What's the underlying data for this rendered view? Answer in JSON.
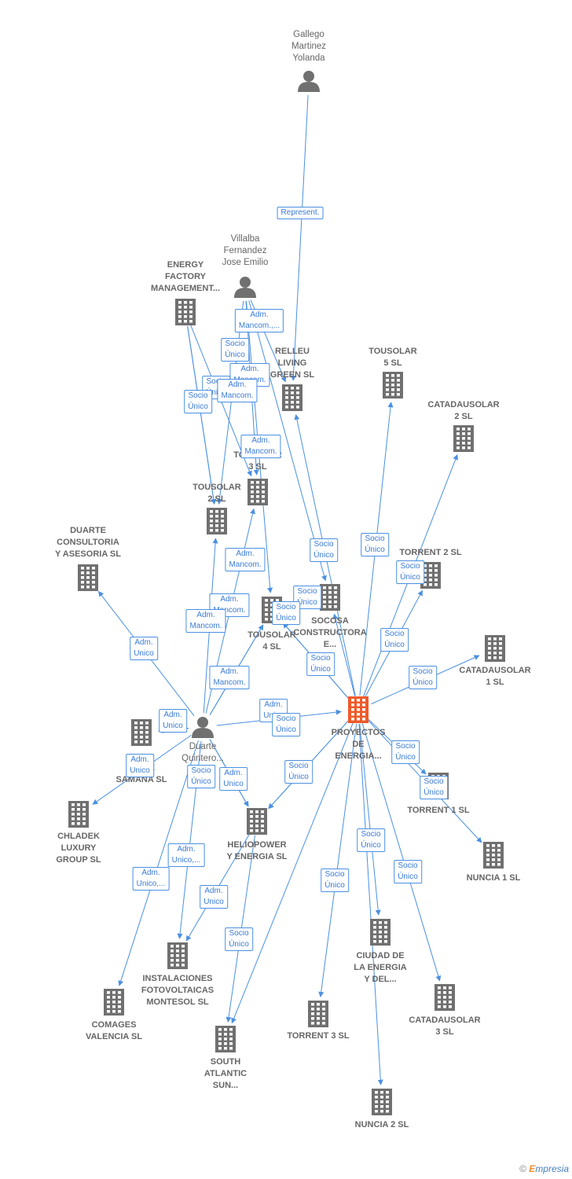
{
  "nodes": [
    {
      "id": "gallego",
      "kind": "person",
      "label": "Gallego\nMartinez\nYolanda"
    },
    {
      "id": "villalba",
      "kind": "person",
      "label": "Villalba\nFernandez\nJose Emilio"
    },
    {
      "id": "duarte",
      "kind": "person",
      "label": "Duarte\nQuintero..."
    },
    {
      "id": "energy_factory",
      "kind": "company",
      "label": "ENERGY\nFACTORY\nMANAGEMENT..."
    },
    {
      "id": "relleu",
      "kind": "company",
      "label": "RELLEU\nLIVING\nGREEN  SL"
    },
    {
      "id": "tousolar5",
      "kind": "company",
      "label": "TOUSOLAR\n5  SL"
    },
    {
      "id": "catadausolar2",
      "kind": "company",
      "label": "CATADAUSOLAR\n2  SL"
    },
    {
      "id": "tousolar3",
      "kind": "company",
      "label": "TOUSOLAR\n3  SL"
    },
    {
      "id": "tousolar2",
      "kind": "company",
      "label": "TOUSOLAR\n2  SL"
    },
    {
      "id": "duarte_consultoria",
      "kind": "company",
      "label": "DUARTE\nCONSULTORIA\nY ASESORIA SL"
    },
    {
      "id": "torrent2",
      "kind": "company",
      "label": "TORRENT 2  SL"
    },
    {
      "id": "socosa",
      "kind": "company",
      "label": "SOCOSA\nCONSTRUCTORA\nE..."
    },
    {
      "id": "tousolar4",
      "kind": "company",
      "label": "TOUSOLAR\n4  SL"
    },
    {
      "id": "catadausolar1",
      "kind": "company",
      "label": "CATADAUSOLAR\n1  SL"
    },
    {
      "id": "proyectos",
      "kind": "main",
      "label": "PROYECTOS\nDE\nENERGIA..."
    },
    {
      "id": "cinde",
      "kind": "company",
      "label": "CINDE\nSAMANA  SL"
    },
    {
      "id": "chladek",
      "kind": "company",
      "label": "CHLADEK\nLUXURY\nGROUP  SL"
    },
    {
      "id": "heliopower",
      "kind": "company",
      "label": "HELIOPOWER\nY ENERGIA  SL"
    },
    {
      "id": "torrent1",
      "kind": "company",
      "label": "TORRENT 1  SL"
    },
    {
      "id": "nuncia1",
      "kind": "company",
      "label": "NUNCIA 1  SL"
    },
    {
      "id": "instalaciones",
      "kind": "company",
      "label": "INSTALACIONES\nFOTOVOLTAICAS\nMONTESOL  SL"
    },
    {
      "id": "ciudad",
      "kind": "company",
      "label": "CIUDAD DE\nLA ENERGIA\nY DEL..."
    },
    {
      "id": "catadausolar3",
      "kind": "company",
      "label": "CATADAUSOLAR\n3  SL"
    },
    {
      "id": "comages",
      "kind": "company",
      "label": "COMAGES\nVALENCIA SL"
    },
    {
      "id": "torrent3",
      "kind": "company",
      "label": "TORRENT 3  SL"
    },
    {
      "id": "south_atlantic",
      "kind": "company",
      "label": "SOUTH\nATLANTIC\nSUN..."
    },
    {
      "id": "nuncia2",
      "kind": "company",
      "label": "NUNCIA 2  SL"
    }
  ],
  "edge_labels": [
    "Represent.",
    "Adm.\nMancom.,...",
    "Socio\nÚnico",
    "Adm.\nMancom.",
    "Socio\nÚnico",
    "Socio\nÚnico",
    "Adm.\nMancom.",
    "Adm.\nMancom.",
    "Adm.\nMancom.",
    "Adm.\nMancom.",
    "Adm.\nMancom.",
    "Adm.\nMancom.",
    "Adm.\nUnico",
    "Adm.\nUnico",
    "Adm.\nUnico",
    "Socio\nÚnico",
    "Adm.\nUnico",
    "Socio\nÚnico",
    "Adm.\nUnico",
    "Adm.\nUnico,...",
    "Adm.\nUnico,...",
    "Adm.\nUnico",
    "Socio\nÚnico",
    "Socio\nÚnico",
    "Socio\nÚnico",
    "Socio\nÚnico",
    "Socio\nÚnico",
    "Socio\nÚnico",
    "Socio\nÚnico",
    "Socio\nÚnico",
    "Socio\nÚnico",
    "Socio\nÚnico",
    "Socio\nÚnico",
    "Socio\nÚnico",
    "Socio\nÚnico",
    "Socio\nÚnico",
    "Socio\nÚnico"
  ],
  "colors": {
    "edge": "#4a90e2",
    "company": "#707070",
    "main": "#f05a28",
    "person": "#707070"
  },
  "footer": {
    "copyright": "©",
    "brand_e": "E",
    "brand_rest": "mpresia"
  }
}
